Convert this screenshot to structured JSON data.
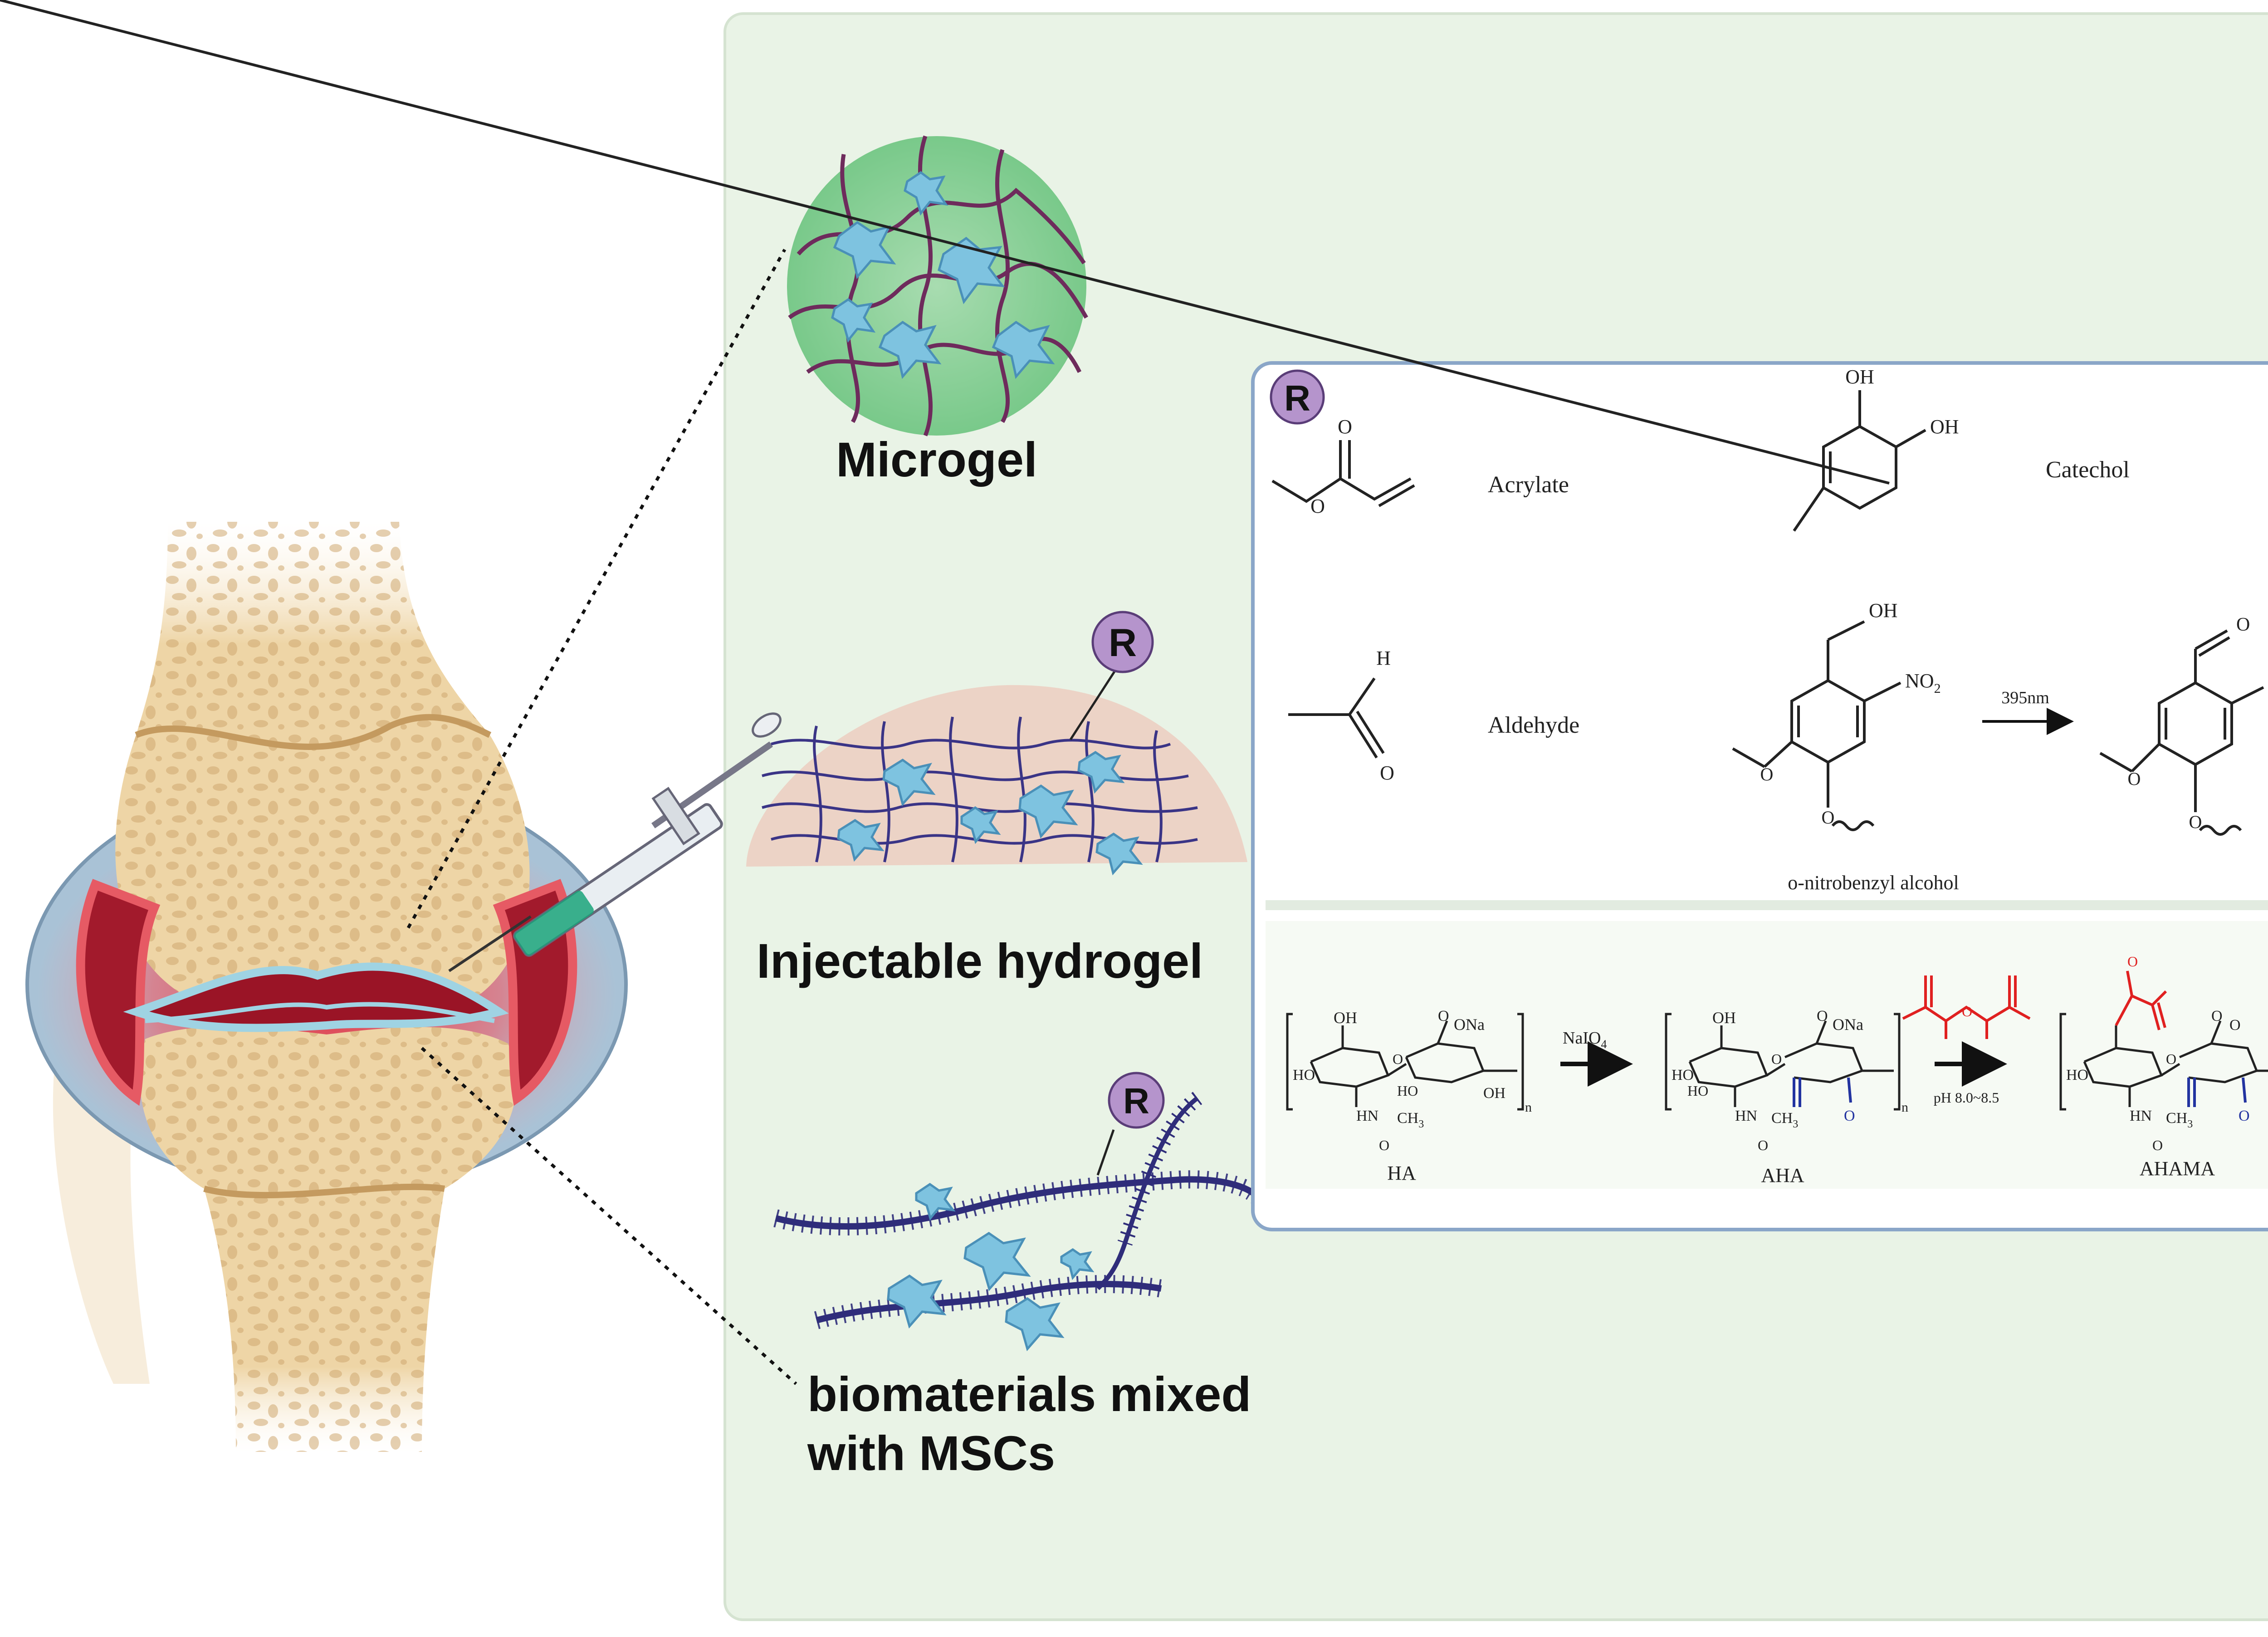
{
  "labels": {
    "microgel": "Microgel",
    "injectable": "Injectable hydrogel",
    "biomat_line1": "biomaterials mixed",
    "biomat_line2": "with MSCs",
    "r_marker": "R"
  },
  "groups": {
    "acrylate": "Acrylate",
    "catechol": "Catechol",
    "aldehyde": "Aldehyde",
    "onb": "o-nitrobenzyl alcohol",
    "wavelength": "395nm"
  },
  "atoms": {
    "oh": "OH",
    "o": "O",
    "h": "H",
    "no2": "NO",
    "no2_sub": "2",
    "no_right": "NO"
  },
  "reaction": {
    "ha": "HA",
    "aha": "AHA",
    "ahama": "AHAMA",
    "naio4": "NaIO",
    "naio4_sub": "4",
    "ph": "pH 8.0~8.5",
    "ona": "ONa",
    "ho": "HO",
    "hn": "HN",
    "ch3": "CH",
    "ch3_sub": "3",
    "n": "n"
  },
  "colors": {
    "panel_bg": "#e9f3e6",
    "bone": "#eed5a6",
    "cartilage_blue": "#9fd3e3",
    "inflamed_red": "#e8505b",
    "strand_purple": "#2f2d7a",
    "cell_blue": "#7ec3e0",
    "r_purple": "#b594cc",
    "red_highlight": "#e02020",
    "blue_highlight": "#2233a0"
  }
}
